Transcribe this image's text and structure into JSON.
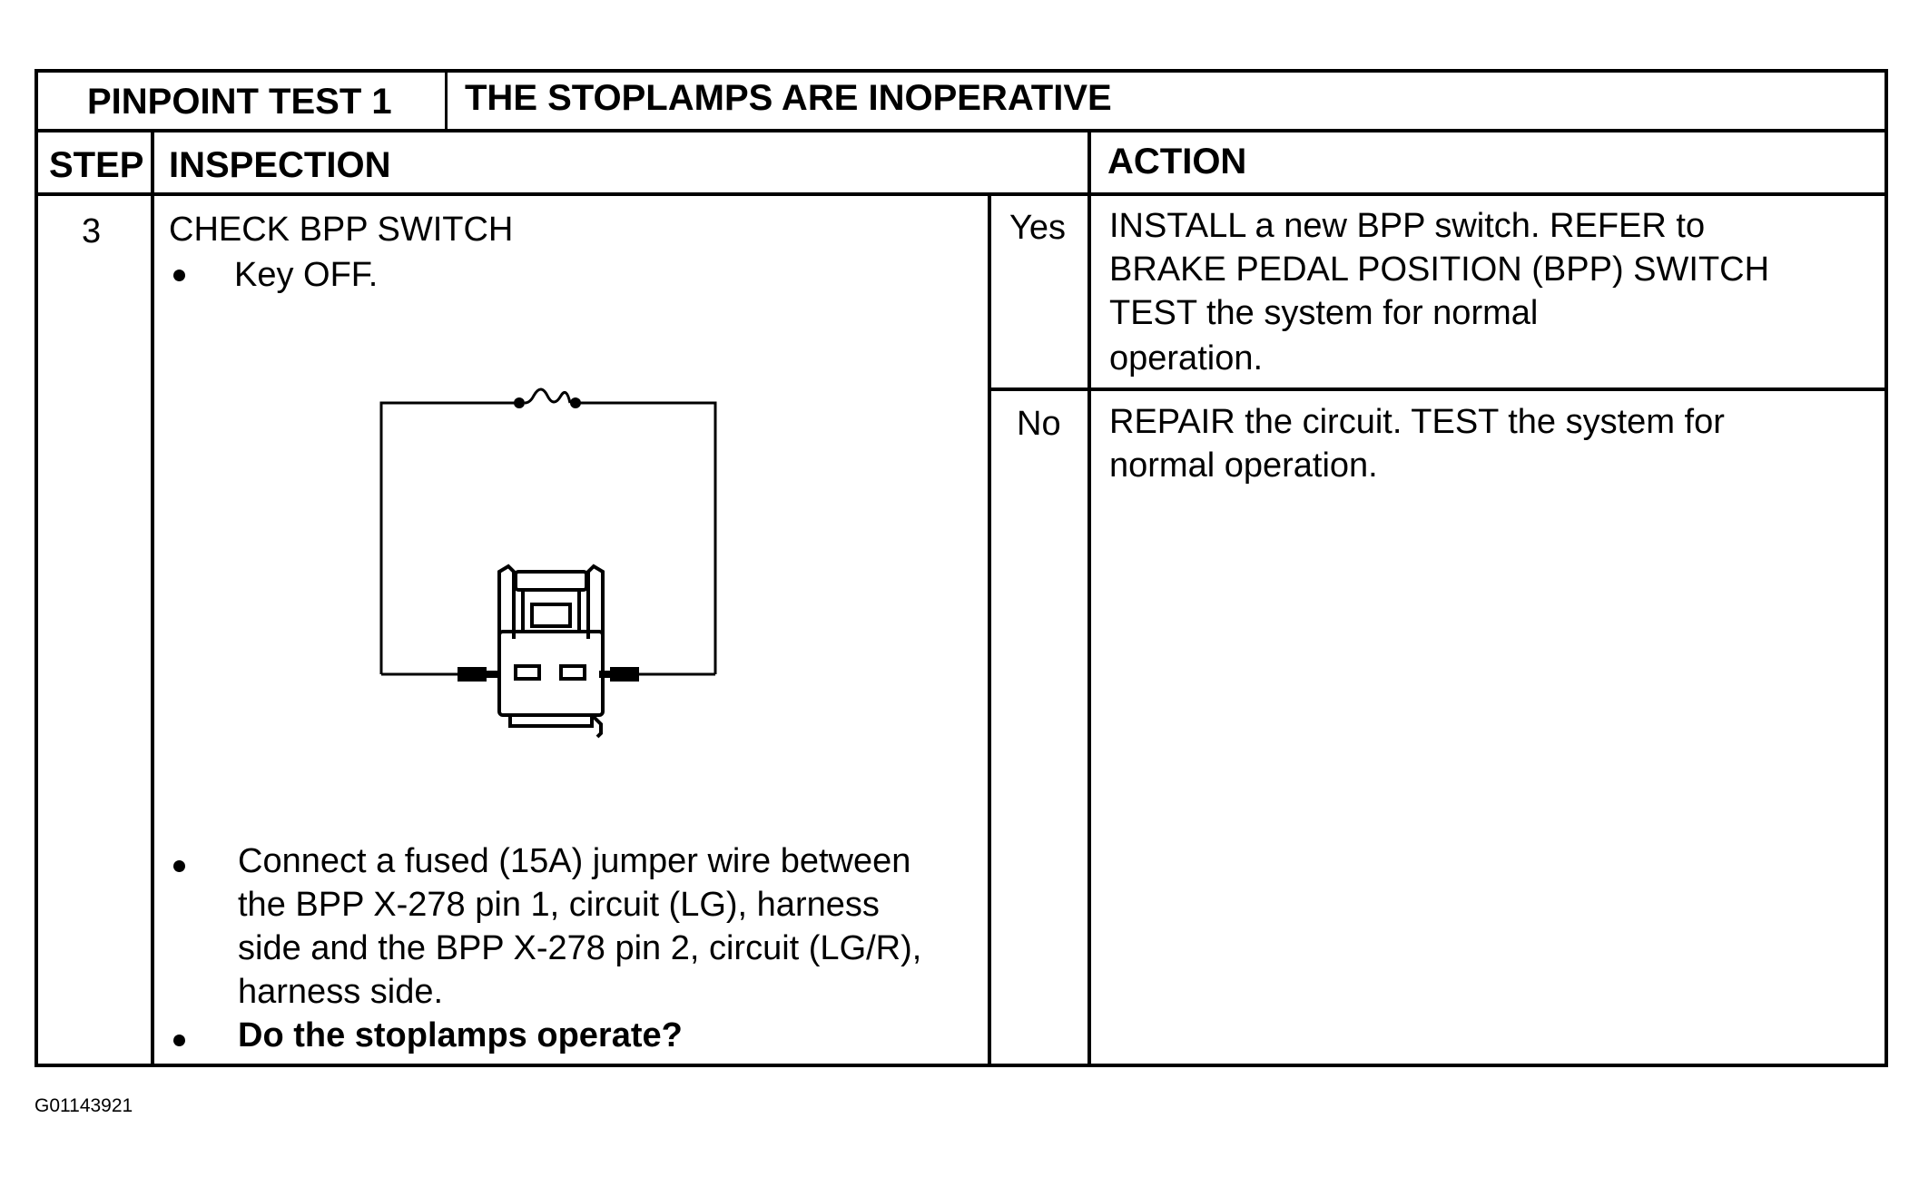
{
  "header": {
    "test_label": "PINPOINT TEST 1",
    "test_title": "THE STOPLAMPS ARE INOPERATIVE"
  },
  "columns": {
    "step": "STEP",
    "inspection": "INSPECTION",
    "action": "ACTION"
  },
  "step": {
    "number": "3",
    "title": "CHECK BPP SWITCH",
    "bullet_1": "Key OFF.",
    "bullet_2_lines": [
      "Connect a fused (15A) jumper wire between",
      "the BPP X-278 pin 1, circuit (LG), harness",
      "side and the BPP X-278 pin 2, circuit (LG/R),",
      "harness side."
    ],
    "bullet_3": "Do the stoplamps operate?"
  },
  "results": {
    "yes_label": "Yes",
    "yes_action_lines": [
      "INSTALL a new BPP switch.  REFER to",
      "BRAKE PEDAL POSITION (BPP) SWITCH",
      "TEST the system for normal",
      "operation."
    ],
    "no_label": "No",
    "no_action_lines": [
      "REPAIR the circuit.  TEST the system for",
      "normal operation."
    ]
  },
  "footer": {
    "figure_id": "G01143921"
  }
}
